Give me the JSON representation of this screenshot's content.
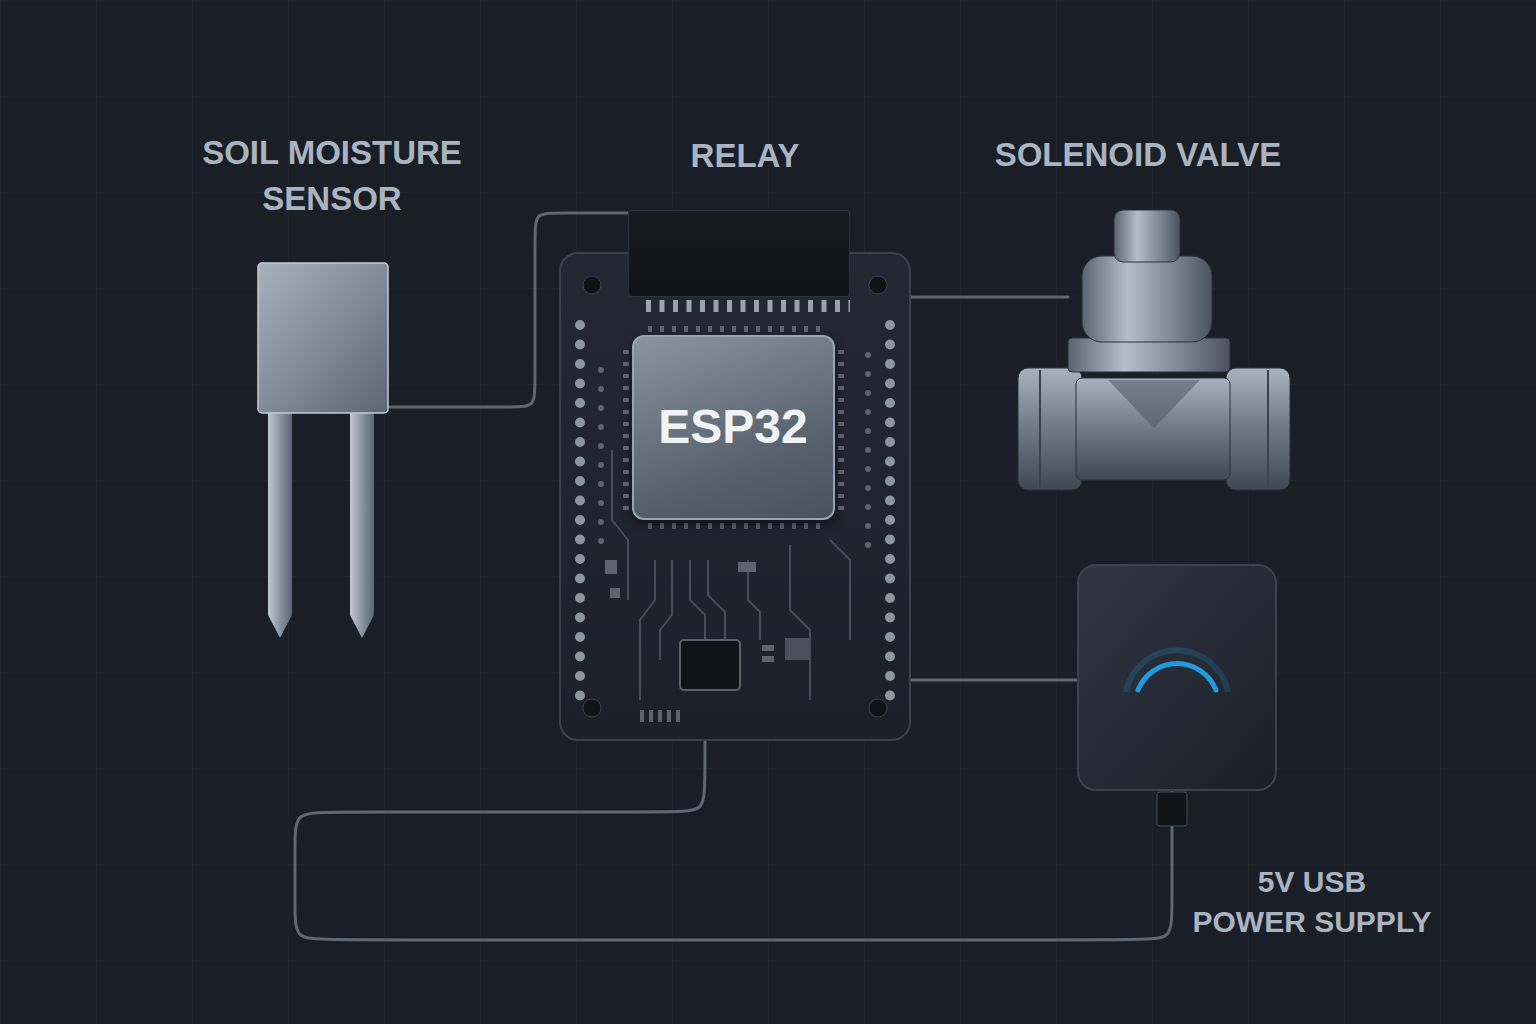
{
  "diagram": {
    "nodes": [
      {
        "text": [
          "SOIL MOISTURE SENSOR"
        ]
      },
      {
        "text": [
          "RELAY"
        ]
      },
      {
        "text": [
          "ESP32"
        ]
      },
      {
        "text": [
          "SOLENOID VALVE"
        ]
      },
      {
        "text": [
          "5V USB POWER SUPPLY"
        ]
      }
    ],
    "edges": [
      {
        "from": 0,
        "to": 1,
        "arrow": "none"
      },
      {
        "from": 2,
        "to": 3,
        "arrow": "none"
      },
      {
        "from": 2,
        "to": 4,
        "arrow": "none"
      },
      {
        "from": 2,
        "to": 4,
        "arrow": "none"
      }
    ]
  }
}
